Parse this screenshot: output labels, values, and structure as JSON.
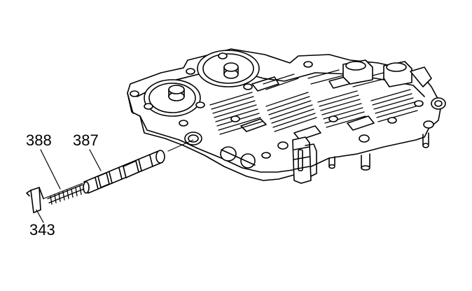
{
  "callouts": {
    "spring": "388",
    "valve": "387",
    "retainer": "343"
  }
}
